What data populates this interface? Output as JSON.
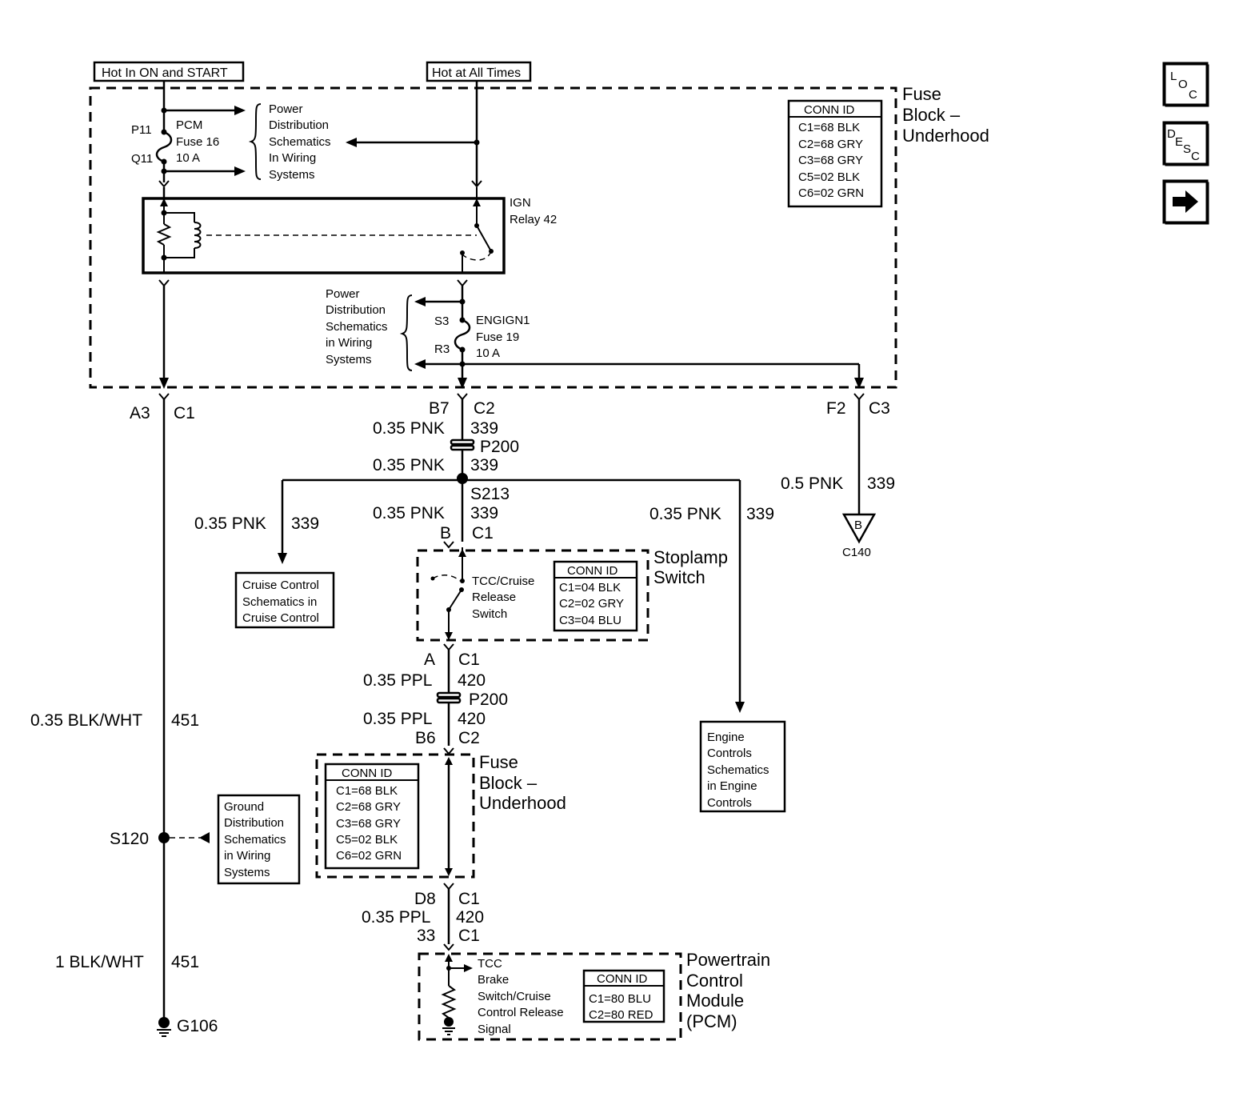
{
  "supply": {
    "hot_run_start": "Hot In ON and START",
    "hot_all_times": "Hot at All Times"
  },
  "fuse_block": {
    "title_line1": "Fuse",
    "title_line2": "Block –",
    "title_line3": "Underhood",
    "conn_id_header": "CONN ID",
    "conn_ids": [
      "C1=68 BLK",
      "C2=68 GRY",
      "C3=68 GRY",
      "C5=02 BLK",
      "C6=02 GRN"
    ]
  },
  "pcm_fuse": {
    "top_terminal": "P11",
    "bottom_terminal": "Q11",
    "name_line1": "PCM",
    "name_line2": "Fuse 16",
    "rating": "10 A"
  },
  "power_dist_top": [
    "Power",
    "Distribution",
    "Schematics",
    "In Wiring",
    "Systems"
  ],
  "ign_relay": {
    "line1": "IGN",
    "line2": "Relay 42"
  },
  "power_dist_mid": [
    "Power",
    "Distribution",
    "Schematics",
    "in Wiring",
    "Systems"
  ],
  "engign_fuse": {
    "top_terminal": "S3",
    "bottom_terminal": "R3",
    "name_line1": "ENGIGN1",
    "name_line2": "Fuse 19",
    "rating": "10 A"
  },
  "left_circuit": {
    "pin": "A3",
    "connector": "C1",
    "wire_upper": "0.35 BLK/WHT",
    "circuit_upper": "451",
    "splice": "S120",
    "wire_lower": "1 BLK/WHT",
    "circuit_lower": "451",
    "ground": "G106"
  },
  "ground_dist": [
    "Ground",
    "Distribution",
    "Schematics",
    "in Wiring",
    "Systems"
  ],
  "center_circuit": {
    "pin_c2": "B7",
    "conn_c2": "C2",
    "wire_1": "0.35 PNK",
    "circuit_1": "339",
    "inline_1": "P200",
    "wire_2": "0.35 PNK",
    "circuit_2": "339",
    "splice": "S213",
    "wire_3": "0.35 PNK",
    "circuit_3": "339",
    "pin_b": "B",
    "conn_b": "C1"
  },
  "branch_left": {
    "wire": "0.35 PNK",
    "circuit": "339",
    "dest": [
      "Cruise Control",
      "Schematics in",
      "Cruise Control"
    ]
  },
  "branch_right": {
    "wire": "0.35 PNK",
    "circuit": "339",
    "dest": [
      "Engine",
      "Controls",
      "Schematics",
      "in Engine",
      "Controls"
    ]
  },
  "right_circuit": {
    "pin": "F2",
    "connector": "C3",
    "wire": "0.5 PNK",
    "circuit": "339",
    "symbol": "B",
    "conn_name": "C140"
  },
  "stoplamp": {
    "title_line1": "Stoplamp",
    "title_line2": "Switch",
    "switch_line1": "TCC/Cruise",
    "switch_line2": "Release",
    "switch_line3": "Switch",
    "conn_id_header": "CONN ID",
    "conn_ids": [
      "C1=04 BLK",
      "C2=02 GRY",
      "C3=04 BLU"
    ]
  },
  "lower_circuit": {
    "pin_a": "A",
    "conn_a": "C1",
    "wire_1": "0.35 PPL",
    "circuit_1": "420",
    "inline": "P200",
    "wire_2": "0.35 PPL",
    "circuit_2": "420",
    "pin_b6": "B6",
    "conn_b6": "C2",
    "pin_d8": "D8",
    "conn_d8": "C1",
    "wire_3": "0.35 PPL",
    "circuit_3": "420",
    "pin_33": "33",
    "conn_33": "C1"
  },
  "fuse_block_lower": {
    "title_line1": "Fuse",
    "title_line2": "Block –",
    "title_line3": "Underhood",
    "conn_id_header": "CONN ID",
    "conn_ids": [
      "C1=68 BLK",
      "C2=68 GRY",
      "C3=68 GRY",
      "C5=02 BLK",
      "C6=02 GRN"
    ]
  },
  "pcm": {
    "title_line1": "Powertrain",
    "title_line2": "Control",
    "title_line3": "Module",
    "title_line4": "(PCM)",
    "signal_line1": "TCC",
    "signal_line2": "Brake",
    "signal_line3": "Switch/Cruise",
    "signal_line4": "Control Release",
    "signal_line5": "Signal",
    "conn_id_header": "CONN ID",
    "conn_ids": [
      "C1=80 BLU",
      "C2=80 RED"
    ]
  },
  "nav_buttons": {
    "loc": [
      "L",
      "O",
      "C"
    ],
    "desc": [
      "D",
      "E",
      "S",
      "C"
    ],
    "next_icon": "arrow-right-icon"
  }
}
